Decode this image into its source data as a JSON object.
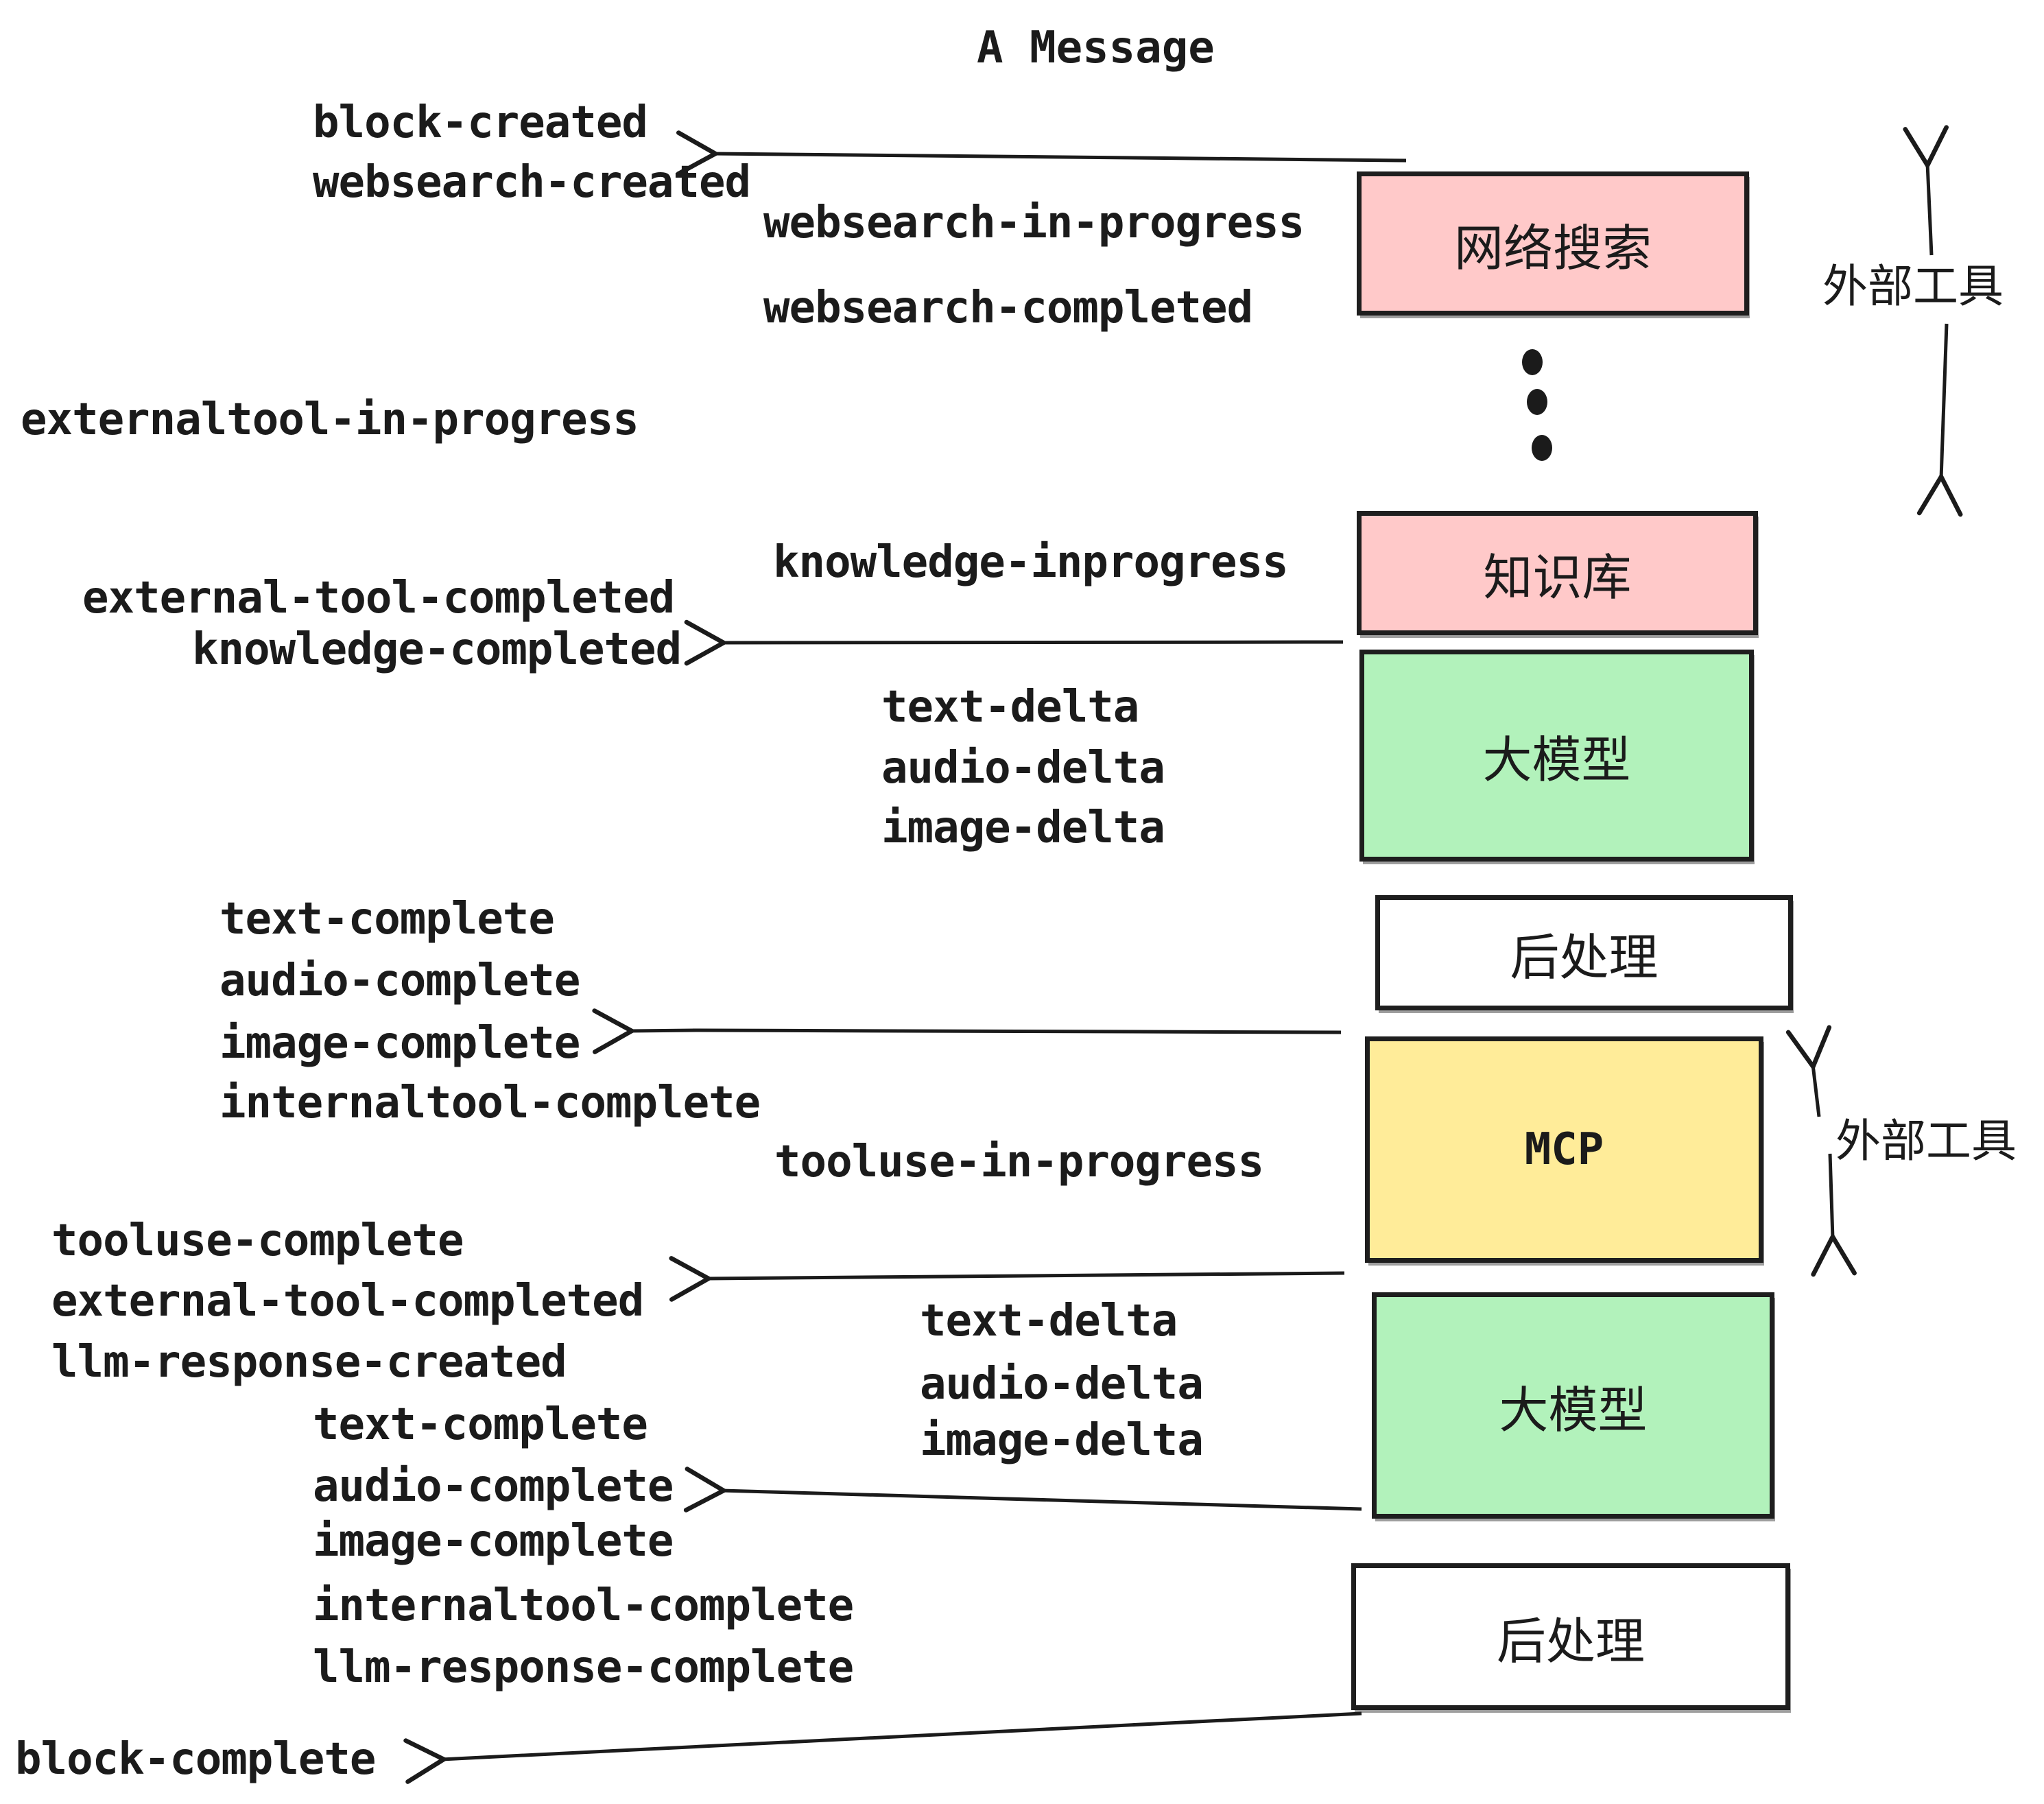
{
  "title": "A Message",
  "side_label": "外部工具",
  "boxes": {
    "websearch": {
      "label": "网络搜索",
      "fill": "#ffc9c9"
    },
    "knowledge": {
      "label": "知识库",
      "fill": "#ffc9c9"
    },
    "llm": {
      "label": "大模型",
      "fill": "#b2f2bb"
    },
    "post": {
      "label": "后处理",
      "fill": "#ffffff"
    },
    "mcp": {
      "label": "MCP",
      "fill": "#ffec99"
    }
  },
  "events": {
    "block_created": "block-created",
    "websearch_created": "websearch-created",
    "websearch_in_progress": "websearch-in-progress",
    "websearch_completed": "websearch-completed",
    "externaltool_in_progress": "externaltool-in-progress",
    "knowledge_inprogress": "knowledge-inprogress",
    "external_tool_completed": "external-tool-completed",
    "knowledge_completed": "knowledge-completed",
    "text_delta": "text-delta",
    "audio_delta": "audio-delta",
    "image_delta": "image-delta",
    "text_complete": "text-complete",
    "audio_complete": "audio-complete",
    "image_complete": "image-complete",
    "internaltool_complete": "internaltool-complete",
    "tooluse_in_progress": "tooluse-in-progress",
    "tooluse_complete": "tooluse-complete",
    "llm_response_created": "llm-response-created",
    "llm_response_complete": "llm-response-complete",
    "block_complete": "block-complete"
  },
  "colors": {
    "border": "#1e1e1e",
    "text": "#1b1b1b",
    "pink": "#ffc9c9",
    "green": "#b2f2bb",
    "yellow": "#ffec99"
  }
}
